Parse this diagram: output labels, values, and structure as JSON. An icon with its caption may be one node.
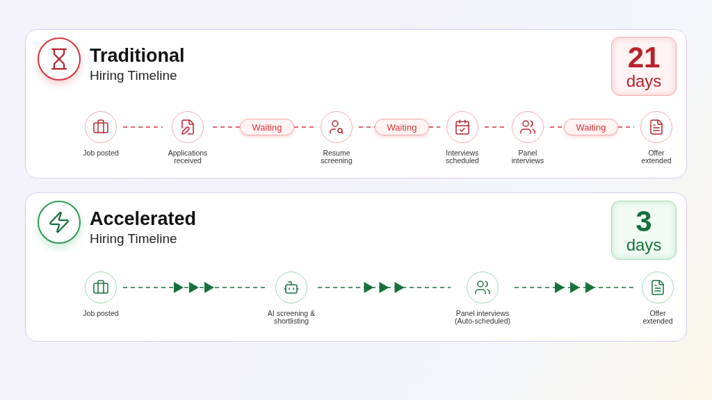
{
  "diagram": {
    "nodes": [
      {
        "text": [
          "Traditional",
          "Hiring Timeline"
        ]
      },
      {
        "text": [
          "21",
          "days"
        ],
        "in": 0
      },
      {
        "text": [
          "Job posted"
        ],
        "in": 0
      },
      {
        "text": [
          "Applications received"
        ],
        "in": 0
      },
      {
        "text": [
          "Waiting"
        ],
        "in": 0
      },
      {
        "text": [
          "Resume screening"
        ],
        "in": 0
      },
      {
        "text": [
          "Waiting"
        ],
        "in": 0
      },
      {
        "text": [
          "Interviews scheduled"
        ],
        "in": 0
      },
      {
        "text": [
          "Panel interviews"
        ],
        "in": 0
      },
      {
        "text": [
          "Waiting"
        ],
        "in": 0
      },
      {
        "text": [
          "Offer extended"
        ],
        "in": 0
      },
      {
        "text": [
          "Accelerated",
          "Hiring Timeline"
        ]
      },
      {
        "text": [
          "3",
          "days"
        ],
        "in": 11
      },
      {
        "text": [
          "Job posted"
        ],
        "in": 11
      },
      {
        "text": [
          "AI screening & shortlisting"
        ],
        "in": 11
      },
      {
        "text": [
          "Panel interviews (Auto-scheduled)"
        ],
        "in": 11
      },
      {
        "text": [
          "Offer extended"
        ],
        "in": 11
      }
    ],
    "edges": [
      {
        "from": 2,
        "to": 3,
        "arrow": "none",
        "style": "dashed"
      },
      {
        "from": 3,
        "to": 4,
        "arrow": "none",
        "style": "dashed"
      },
      {
        "from": 4,
        "to": 5,
        "arrow": "none",
        "style": "dashed"
      },
      {
        "from": 5,
        "to": 6,
        "arrow": "none",
        "style": "dashed"
      },
      {
        "from": 6,
        "to": 7,
        "arrow": "none",
        "style": "dashed"
      },
      {
        "from": 7,
        "to": 8,
        "arrow": "none",
        "style": "dashed"
      },
      {
        "from": 8,
        "to": 9,
        "arrow": "none",
        "style": "dashed"
      },
      {
        "from": 9,
        "to": 10,
        "arrow": "none",
        "style": "dashed"
      },
      {
        "from": 13,
        "to": 14,
        "arrow": "to",
        "style": "dashed",
        "color": "#17703c"
      },
      {
        "from": 14,
        "to": 15,
        "arrow": "to",
        "style": "dashed",
        "color": "#17703c"
      },
      {
        "from": 15,
        "to": 16,
        "arrow": "to",
        "style": "dashed",
        "color": "#17703c"
      }
    ]
  }
}
